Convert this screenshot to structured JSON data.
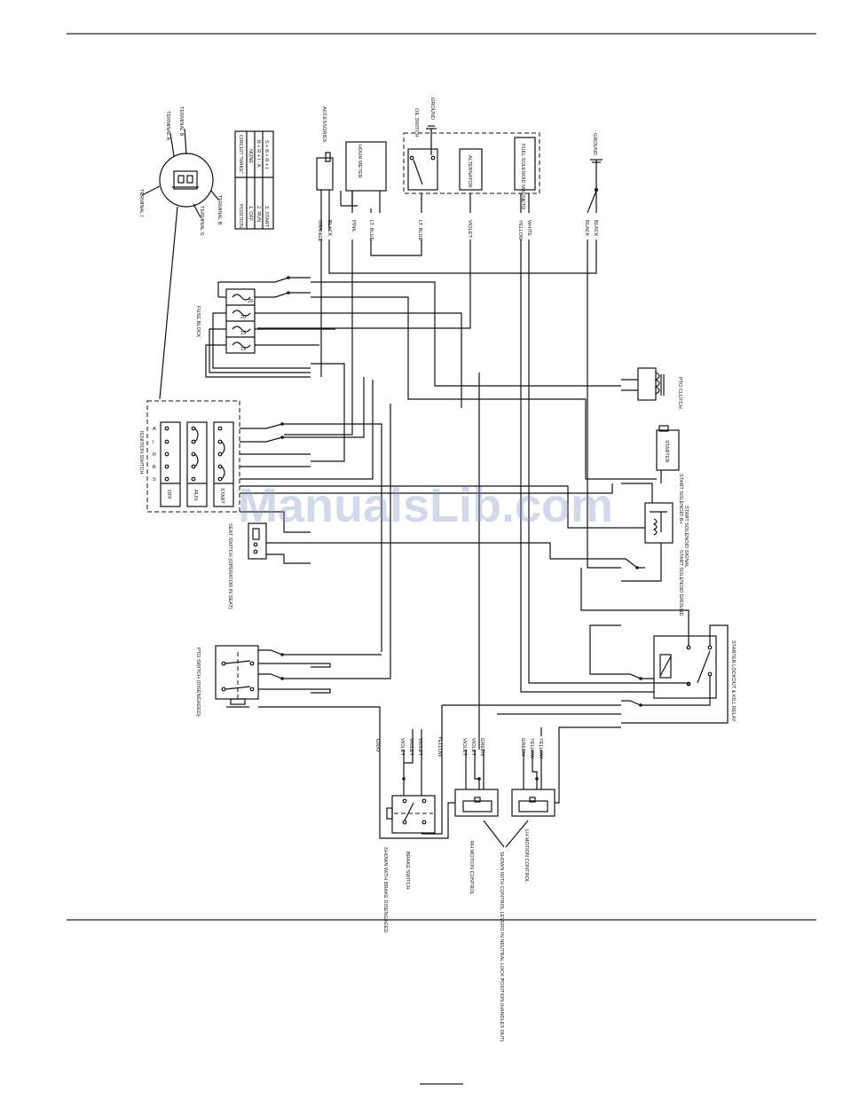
{
  "watermark": "ManualsLib.com",
  "components": {
    "terminal_a": "TERMINAL A",
    "terminal_b": "TERMINAL B",
    "terminal_i": "TERMINAL I",
    "terminal_s": "TERMINAL S",
    "accessories": "ACCESSORIES",
    "hour_meter": "HOUR METER",
    "oil_switch": "OIL SWITCH",
    "ground_top": "GROUND",
    "ground_right": "GROUND",
    "alternator": "ALTERNATOR",
    "fuel_solenoid": "FUEL SOLENOID MAGNETO",
    "fuse_block": "FUSE BLOCK",
    "pto_clutch": "PTO CLUTCH",
    "ignition_switch": "IGNITION SWITCH",
    "starter": "STARTER",
    "start_solenoid_b": "START SOLENOID B+",
    "start_solenoid_signal": "START SOLENOID SIGNAL",
    "start_solenoid_ground": "START SOLENOID GROUND",
    "seat_switch": "SEAT SWITCH (OPERATOR IN SEAT)",
    "starter_lockout": "STARTER LOCKOUT & KILL RELAY",
    "pto_switch": "PTO SWITCH (DISENGAGED)",
    "shown_brake": "SHOWN WITH BRAKE DISENGAGED",
    "brake_switch": "BRAKE SWITCH",
    "rh_motion": "RH MOTION CONTROL",
    "lh_motion": "LH MOTION CONTROL",
    "shown_control": "SHOWN WITH CONTROL LEVERS IN NEUTRAL LOCK POSITION (HANDLES OUT)"
  },
  "circuit_table": {
    "headers": [
      "POSITION",
      "CIRCUIT \"MAKE\""
    ],
    "rows": [
      [
        "1. OFF",
        "NONE"
      ],
      [
        "2. RUN",
        "B + R + I - A"
      ],
      [
        "3. START",
        "S + B + R + I"
      ]
    ]
  },
  "ignition_positions": [
    "OFF",
    "RUN",
    "START"
  ],
  "ignition_letters": [
    "A",
    "I",
    "R",
    "B",
    "S"
  ],
  "wire_colors_top": [
    "ORANGE",
    "BLACK",
    "PINK",
    "LT. BLUE",
    "LT. BLUE",
    "VIOLET",
    "YELLOW",
    "WHITE",
    "BLACK",
    "BLACK"
  ],
  "wire_colors_bottom": [
    "GRAY",
    "VIOLET",
    "VIOLET",
    "VIOLET",
    "YELLOW",
    "VIOLET",
    "VIOLET",
    "GREEN",
    "GREEN",
    "YELLOW",
    "YELLOW"
  ],
  "fuse_labels": [
    "25",
    "20",
    "15",
    "15"
  ]
}
